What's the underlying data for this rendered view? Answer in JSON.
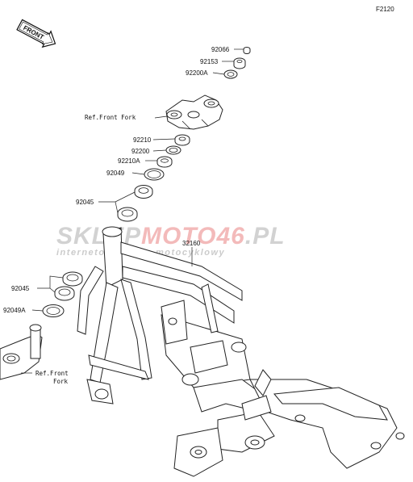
{
  "diagram_code": "F2120",
  "front_label": "FRONT",
  "watermark": {
    "main_dark": "SKLEP",
    "main_red": "MOTO",
    "main_red_num": "46",
    "main_tail": ".PL",
    "sub": "internetowy sklep motocyklowy"
  },
  "labels": {
    "p92066": "92066",
    "p92153": "92153",
    "p92200A": "92200A",
    "ref_front_fork_top": "Ref.Front Fork",
    "p92210": "92210",
    "p92200": "92200",
    "p92210A": "92210A",
    "p92049": "92049",
    "p92045_top": "92045",
    "p32160": "32160",
    "p92045_bottom": "92045",
    "p92049A": "92049A",
    "ref_front_fork_bottom_1": "Ref.Front",
    "ref_front_fork_bottom_2": "Fork"
  },
  "colors": {
    "watermark_dark": "#cfcfcf",
    "watermark_red": "#f2b9b9"
  }
}
